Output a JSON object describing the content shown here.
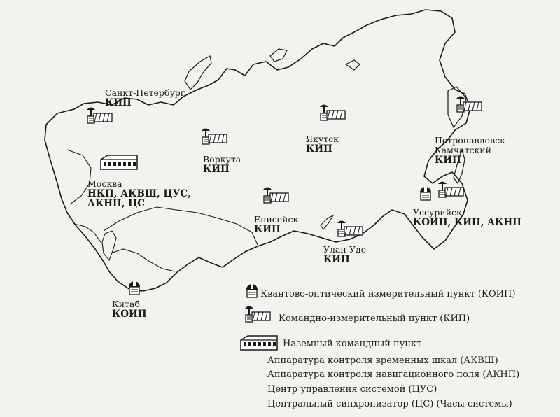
{
  "stations": [
    {
      "id": "spb",
      "city": "Санкт-Петербург",
      "types": "КИП"
    },
    {
      "id": "vorkuta",
      "city": "Воркута",
      "types": "КИП"
    },
    {
      "id": "yakutsk",
      "city": "Якутск",
      "types": "КИП"
    },
    {
      "id": "petropavlovsk",
      "city": "Петропавловск-\nКамчатский",
      "types": "КИП"
    },
    {
      "id": "moscow",
      "city": "Москва",
      "types": "НКП, АКВШ, ЦУС,\nАКНП, ЦС"
    },
    {
      "id": "eniseisk",
      "city": "Енисейск",
      "types": "КИП"
    },
    {
      "id": "ulan_ude",
      "city": "Улан-Уде",
      "types": "КИП"
    },
    {
      "id": "ussuriysk",
      "city": "Уссурийск",
      "types": "КОИП, КИП, АКНП"
    },
    {
      "id": "kitab",
      "city": "Китаб",
      "types": "КОИП"
    }
  ],
  "legend": {
    "koip": "Квантово-оптический измерительный пункт (КОИП)",
    "kip": "Командно-измерительный пункт (КИП)",
    "nkp": "Наземный командный пункт",
    "akvsh": "Аппаратура контроля временных шкал (АКВШ)",
    "aknp": "Аппаратура контроля навигационного поля (АКНП)",
    "tsus": "Центр управления системой (ЦУС)",
    "ts": "Центральный синхронизатор (ЦС) (Часы системы)"
  },
  "colors": {
    "ink": "#1a1a1a",
    "paper": "#f4f2ee"
  }
}
